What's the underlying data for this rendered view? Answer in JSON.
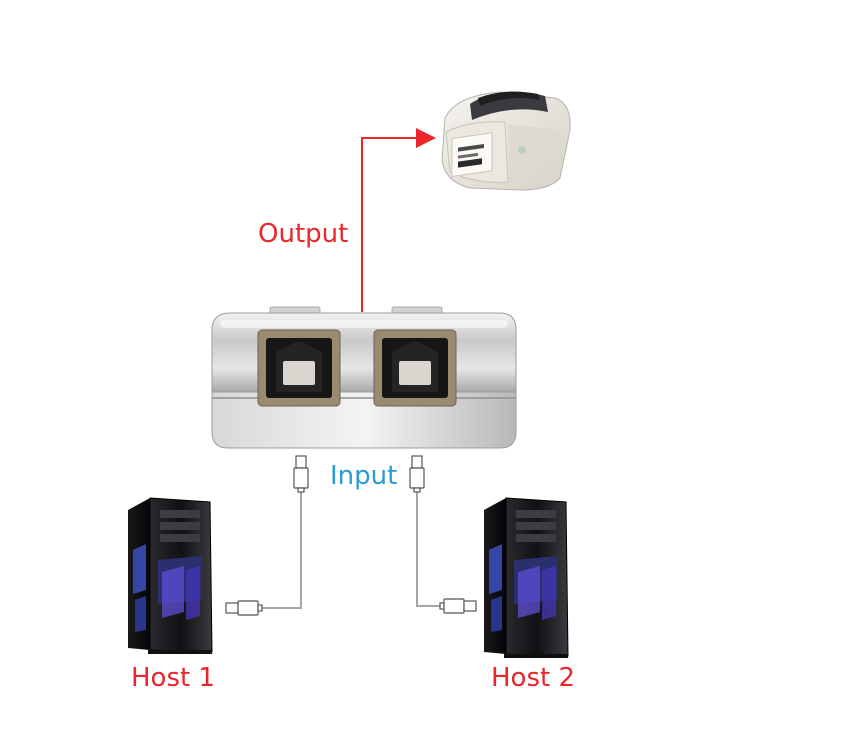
{
  "labels": {
    "output": "Output",
    "input": "Input",
    "host1": "Host 1",
    "host2": "Host 2"
  },
  "colors": {
    "output": "#e8262c",
    "input": "#2b9bd6",
    "host": "#e8262c",
    "arrow": "#e8262c",
    "cable": "#9a9a9a"
  },
  "icons": {
    "printer": "label-printer-icon",
    "switch": "usb-sharing-switch-icon",
    "host1": "pc-tower-icon",
    "host2": "pc-tower-icon",
    "usb_plug": "usb-a-plug-icon"
  }
}
